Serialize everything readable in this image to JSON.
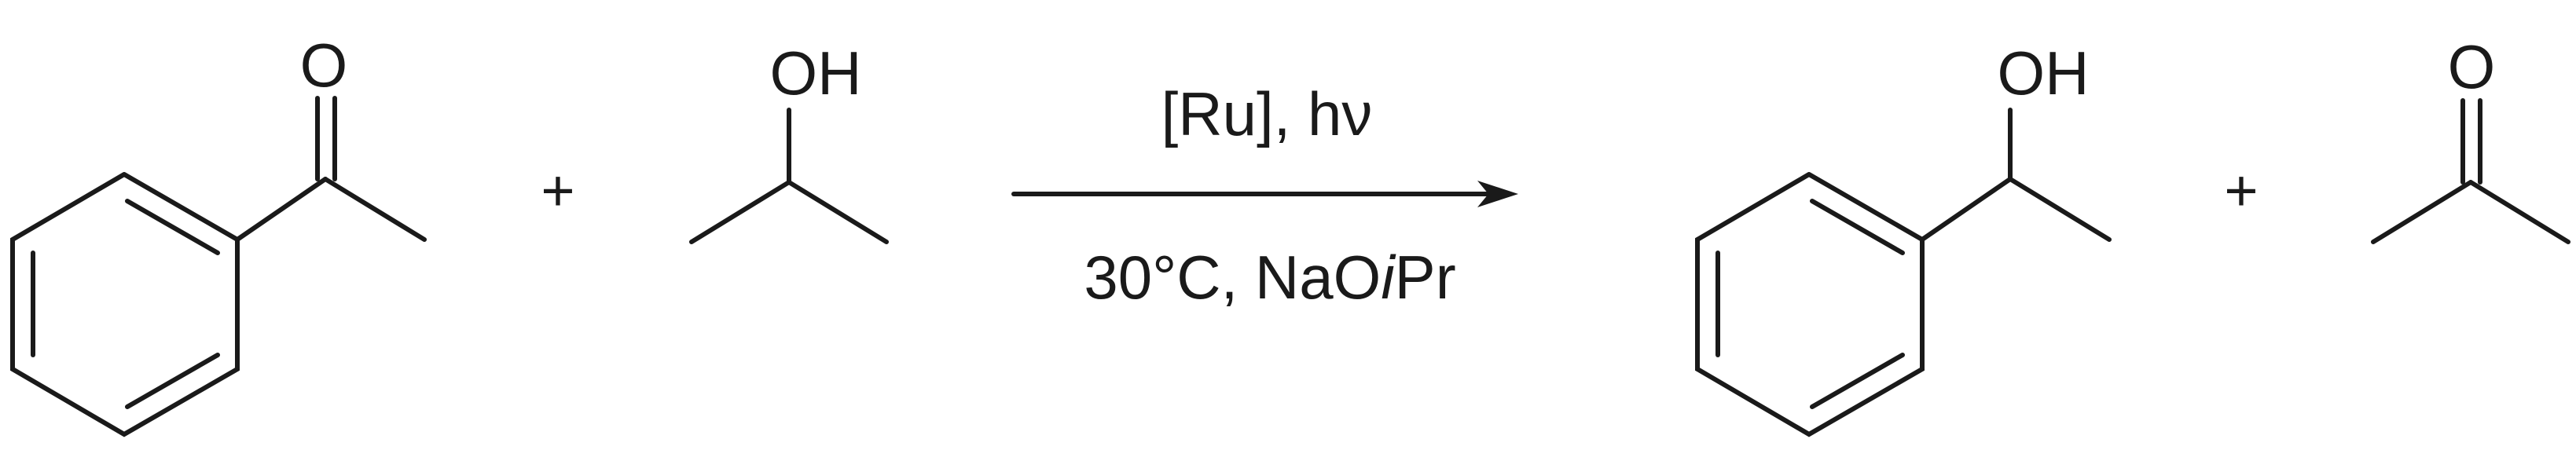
{
  "reaction": {
    "reactant1": {
      "atom_label": "O"
    },
    "reactant2": {
      "atom_label": "OH"
    },
    "plus_sign": "+",
    "conditions": {
      "above": "[Ru], hν",
      "below_prefix": "30°C, NaO",
      "below_italic": "i",
      "below_suffix": "Pr"
    },
    "product1": {
      "atom_label": "OH"
    },
    "product2": {
      "atom_label": "O"
    }
  }
}
